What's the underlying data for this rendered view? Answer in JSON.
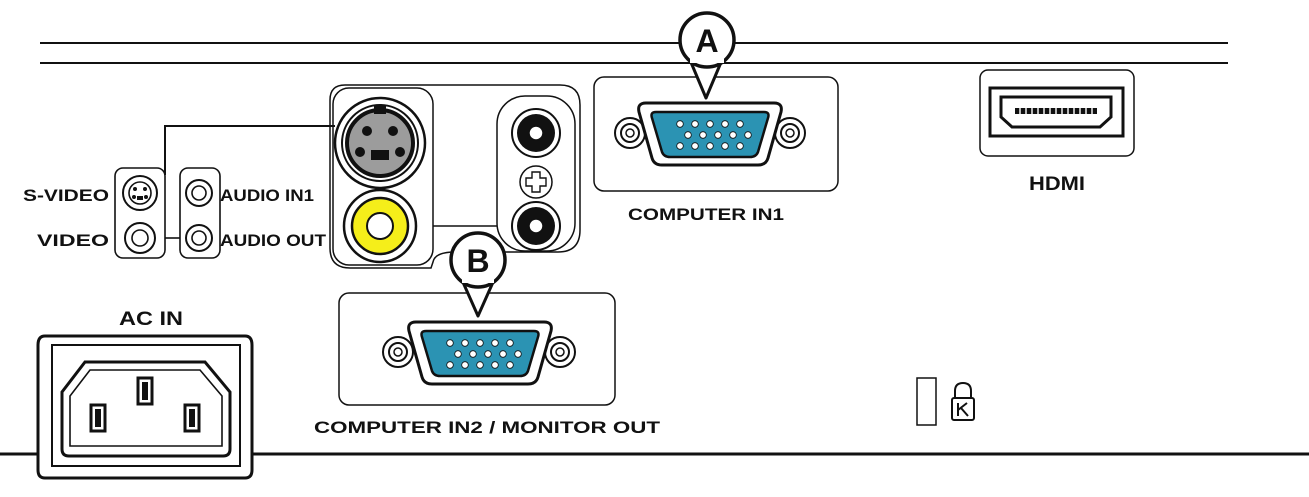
{
  "callouts": {
    "a": "A",
    "b": "B"
  },
  "labels": {
    "s_video": "S-VIDEO",
    "video": "VIDEO",
    "audio_in1": "AUDIO IN1",
    "audio_out": "AUDIO OUT",
    "computer_in1": "COMPUTER IN1",
    "computer_in2_monitor_out": "COMPUTER IN2 / MONITOR OUT",
    "hdmi": "HDMI",
    "ac_in": "AC IN"
  },
  "colors": {
    "vga_connector": "#2b93b3",
    "svideo_body": "#9c9c9c",
    "rca_video": "#f5ee1a",
    "rca_audio": "#111111",
    "line": "#111111"
  },
  "icons": {
    "vga": "d-sub-15-pin-icon",
    "hdmi": "hdmi-port-icon",
    "svideo": "mini-din-4-pin-icon",
    "rca": "rca-jack-icon",
    "kensington": "kensington-lock-icon",
    "power": "iec-c14-inlet-icon"
  }
}
